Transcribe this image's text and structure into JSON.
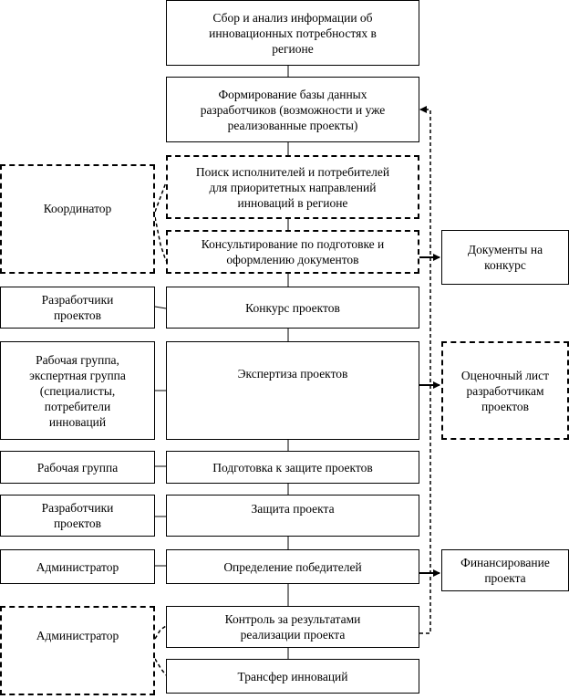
{
  "process": {
    "collect": "Сбор и анализ информации об\nинновационных потребностях в\nрегионе",
    "database": "Формирование базы данных\nразработчиков (возможности и уже\nреализованные проекты)",
    "search": "Поиск исполнителей и потребителей\nдля приоритетных направлений\nинноваций в регионе",
    "consulting": "Консультирование по подготовке и\nоформлению документов",
    "contest": "Конкурс проектов",
    "expertise": "Экспертиза проектов",
    "preparation": "Подготовка к защите проектов",
    "defense": "Защита проекта",
    "winners": "Определение победителей",
    "control": "Контроль за результатами\nреализации проекта",
    "transfer": "Трансфер инноваций"
  },
  "actors": {
    "coordinator": "Координатор",
    "developers_1": "Разработчики\nпроектов",
    "expert_group": "Рабочая группа,\nэкспертная группа\n(специалисты,\nпотребители\nинноваций",
    "working_group": "Рабочая группа",
    "developers_2": "Разработчики\nпроектов",
    "administrator_1": "Администратор",
    "administrator_2": "Администратор"
  },
  "outputs": {
    "documents": "Документы на\nконкурс",
    "evaluation": "Оценочный лист\nразработчикам\nпроектов",
    "financing": "Финансирование\nпроекта"
  }
}
